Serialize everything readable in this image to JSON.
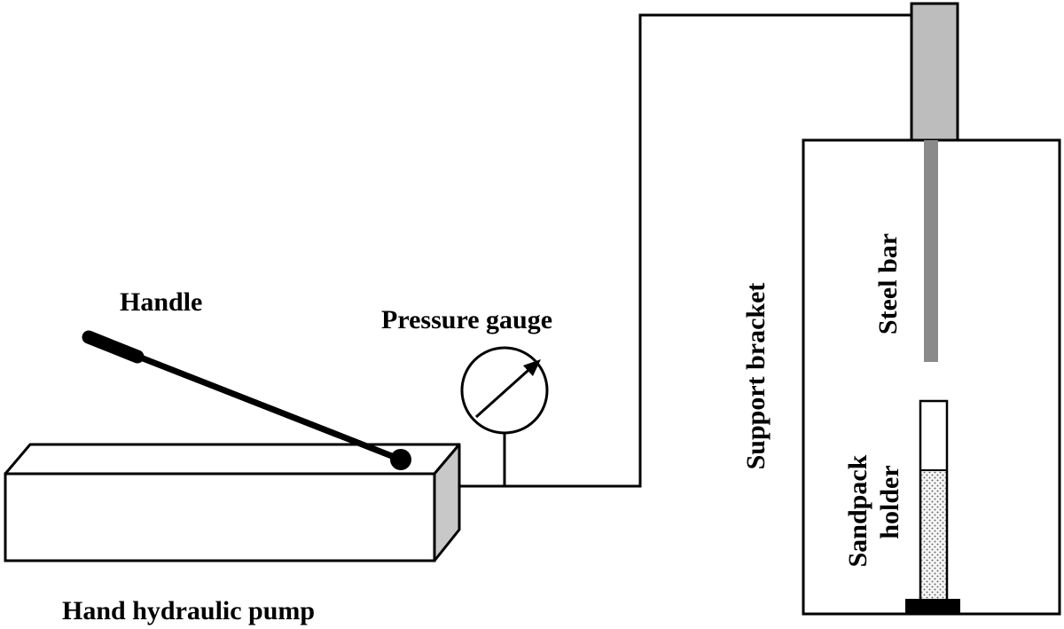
{
  "labels": {
    "handle": "Handle",
    "pressure_gauge": "Pressure gauge",
    "pump": "Hand hydraulic pump",
    "support_bracket": "Support bracket",
    "steel_bar": "Steel bar",
    "sandpack_holder_line1": "Sandpack",
    "sandpack_holder_line2": "holder"
  },
  "colors": {
    "line": "#000000",
    "pump_side_face": "#c8c8c8",
    "piston": "#bdbdbd",
    "steel_bar": "#8a8a8a",
    "sand_fill": "#f0f0f0",
    "background": "#ffffff"
  }
}
